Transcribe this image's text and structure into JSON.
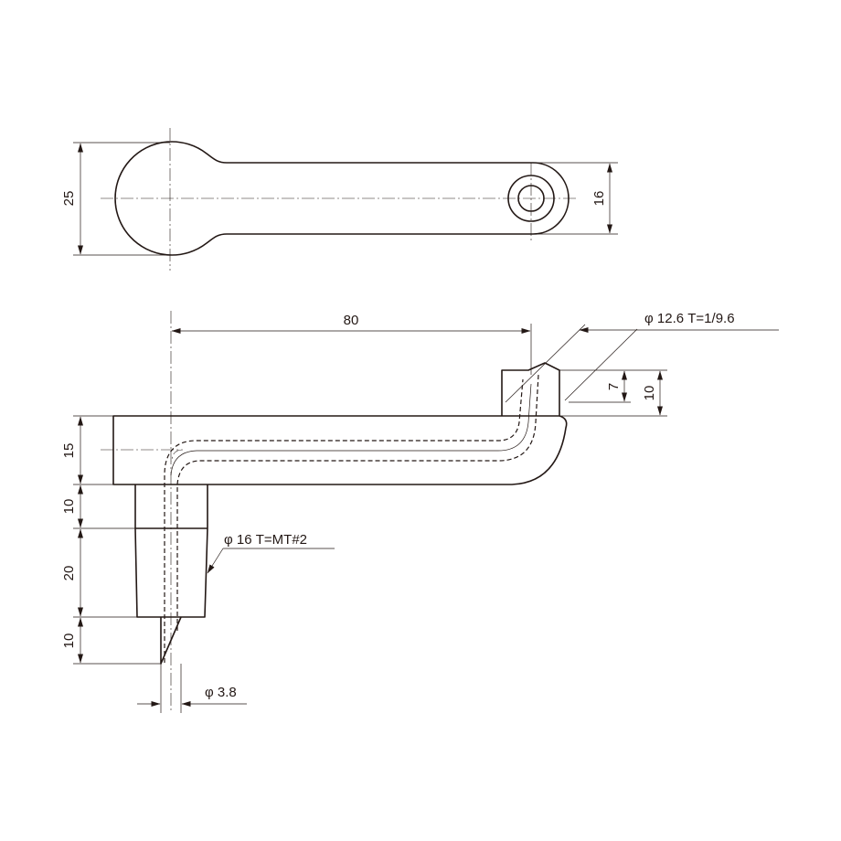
{
  "top_view": {
    "dim_height_left": "25",
    "dim_height_right": "16"
  },
  "side_view": {
    "dim_length": "80",
    "dim_tip_height_inner": "7",
    "dim_tip_height_outer": "10",
    "dim_arm_thickness": "15",
    "dim_neck": "10",
    "dim_taper_length": "20",
    "dim_point": "10",
    "callout_taper_top": "φ 12.6 T=1/9.6",
    "callout_taper_shank": "φ 16 T=MT#2",
    "callout_bore": "φ 3.8"
  }
}
